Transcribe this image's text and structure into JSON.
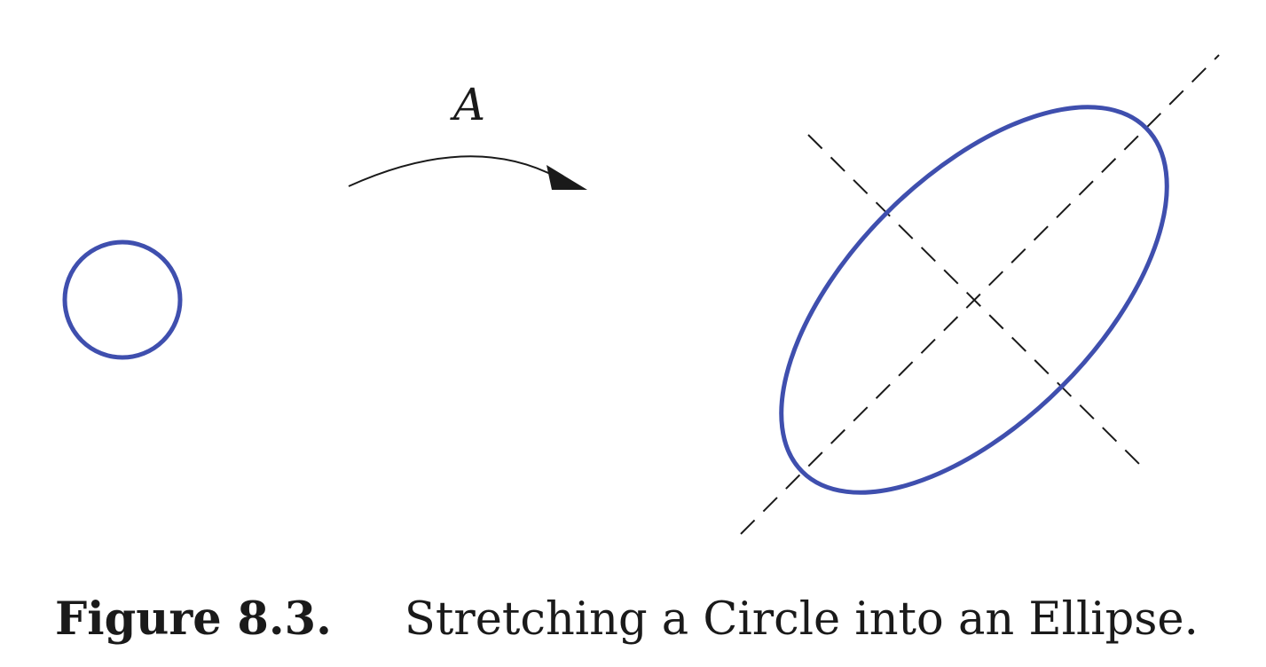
{
  "diagram": {
    "map_label": "A",
    "shape_color": "#3f4fae",
    "line_color": "#1a1a1a"
  },
  "caption": {
    "number": "Figure 8.3.",
    "text": "Stretching a Circle into an Ellipse."
  }
}
